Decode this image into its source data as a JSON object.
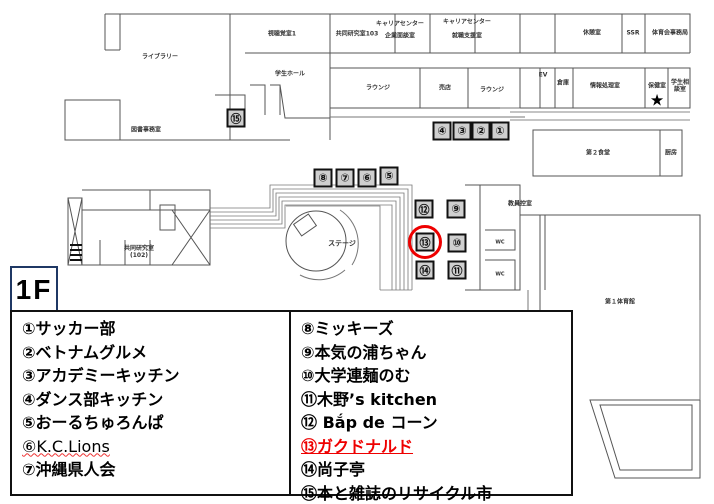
{
  "floor_label": "1F",
  "rooms": {
    "library": "ライブラリー",
    "av_room": "視聴覚室1",
    "joint_lab_103": "共同研究室103",
    "career_center_1": "キャリアセンター",
    "career_center_1b": "企業面談室",
    "career_center_2": "キャリアセンター",
    "career_center_2b": "就職支援室",
    "student_hall": "学生ホール",
    "lounge_1": "ラウンジ",
    "shop": "売店",
    "lounge_2": "ラウンジ",
    "library_office": "図書事務室",
    "rest_room": "休憩室",
    "ssr": "SSR",
    "athletic_office": "体育会事務局",
    "ev": "EV",
    "storage": "倉庫",
    "info_room": "情報処理室",
    "health_room": "保健室",
    "counsel_room": "学生相談室",
    "cafeteria2": "第２食堂",
    "kitchen": "厨房",
    "staff_room": "教員控室",
    "joint_lab_102": "共同研究室\n(102)",
    "stage": "ステージ",
    "gym1": "第１体育館",
    "wc1": "WC",
    "wc2": "WC"
  },
  "markers": [
    "①",
    "②",
    "③",
    "④",
    "⑤",
    "⑥",
    "⑦",
    "⑧",
    "⑨",
    "⑩",
    "⑪",
    "⑫",
    "⑬",
    "⑭",
    "⑮"
  ],
  "highlighted_marker": "⑬",
  "legend": {
    "left": [
      "①サッカー部",
      "②ベトナムグルメ",
      "③アカデミーキッチン",
      "④ダンス部キッチン",
      "⑤おーるちゅろんぱ",
      "⑥K.C.Lions",
      "⑦沖縄県人会"
    ],
    "right": [
      "⑧ミッキーズ",
      "⑨本気の浦ちゃん",
      "⑩大学連麺のむ",
      "⑪木野’s kitchen",
      "⑫ Bắp de コーン",
      "⑬ガクドナルド",
      "⑭尚子亭",
      "⑮本と雑誌のリサイクル市"
    ]
  },
  "colors": {
    "highlight": "#e00000",
    "marker_fill": "#cfcfcf",
    "floor_border": "#1f3864"
  }
}
